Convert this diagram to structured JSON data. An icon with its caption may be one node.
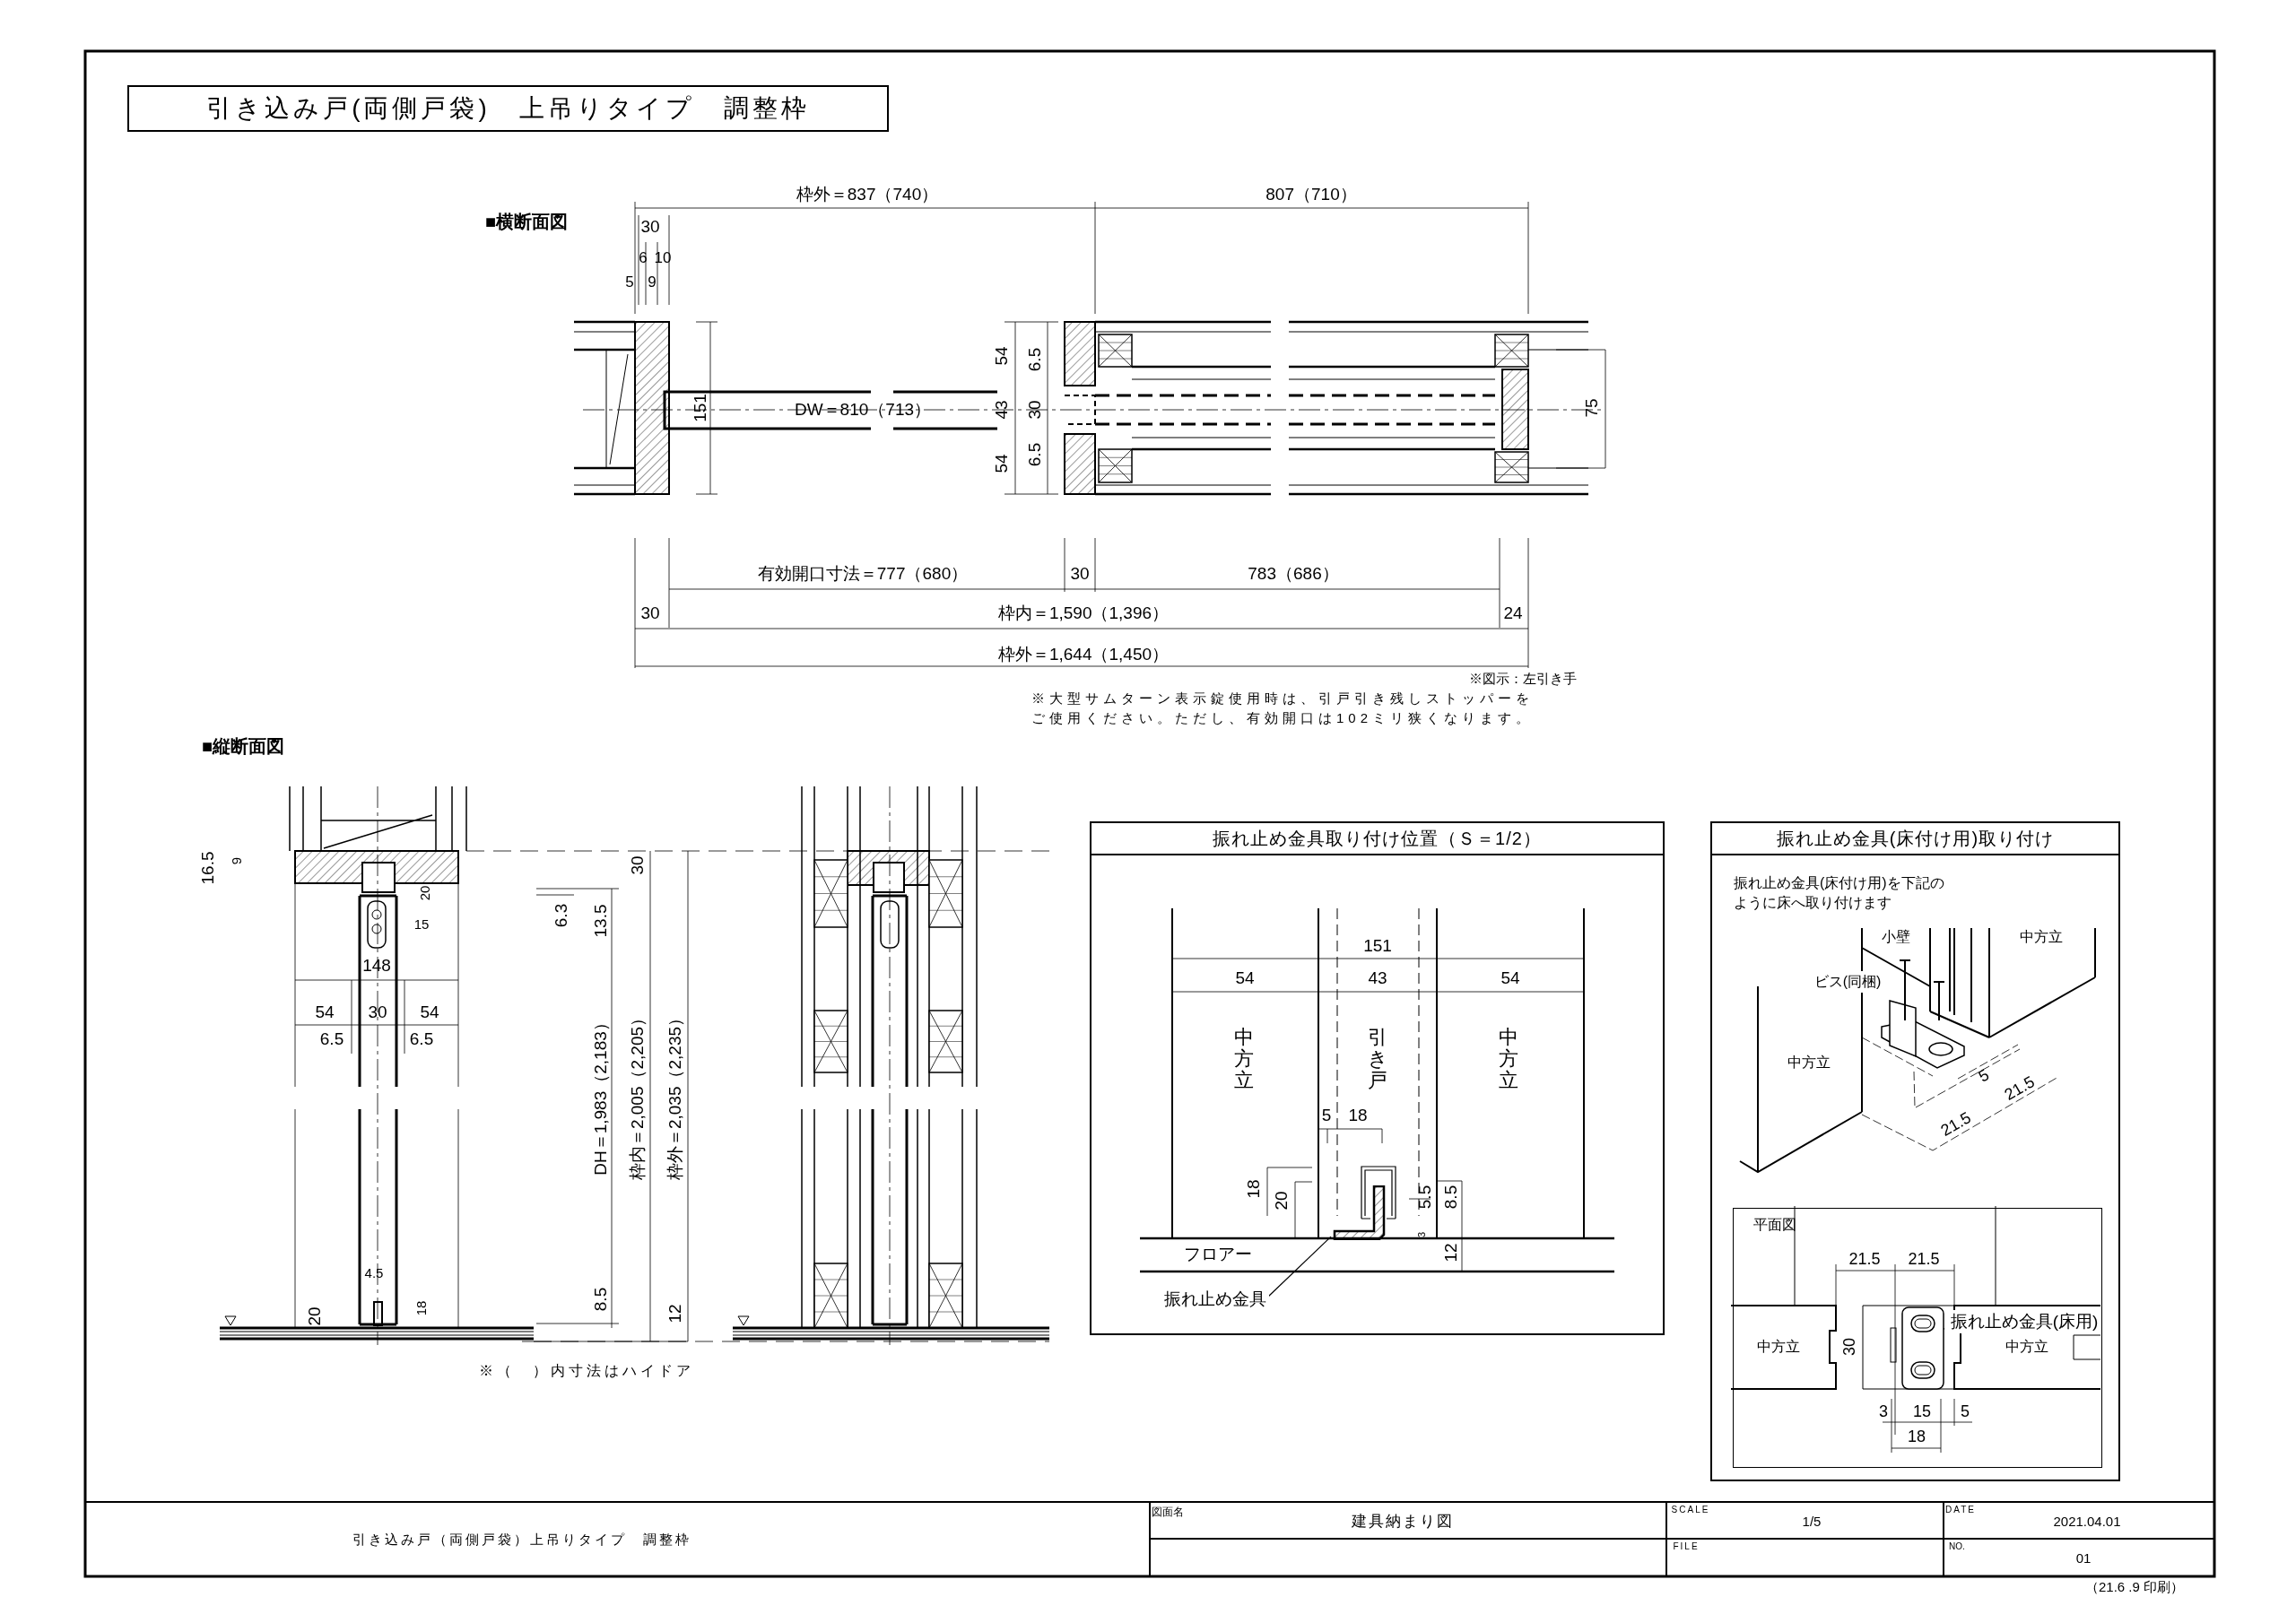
{
  "diagram": {
    "nodes": [
      {
        "text": [
          "引き込み戸(両側戸袋)　上吊りタイプ　調整枠"
        ]
      },
      {
        "text": [
          "振れ止め金具取り付け位置（Ｓ＝1/2）"
        ]
      },
      {
        "text": [
          "振れ止め金具"
        ],
        "in": 1
      },
      {
        "text": [],
        "shape": "picture",
        "in": 1
      },
      {
        "text": [
          "振れ止め金具(床付け用)取り付け",
          "振れ止め金具(床付け用)を下記のように床へ取り付けます"
        ]
      },
      {
        "text": [
          "平面図"
        ],
        "in": 4
      },
      {
        "text": [
          "振れ止め金具(床用)"
        ],
        "in": 5
      },
      {
        "text": [],
        "shape": "picture",
        "in": 5
      }
    ],
    "edges": [
      {
        "from": 2,
        "to": 3,
        "arrow": "none"
      },
      {
        "from": 6,
        "to": 7,
        "arrow": "none"
      }
    ],
    "labels": [
      "■横断面図",
      "枠外＝837（740）",
      "807（710）",
      "30",
      "6",
      "10",
      "5",
      "9",
      "151",
      "DW＝810（713）",
      "54",
      "6.5",
      "43",
      "30",
      "54",
      "6.5",
      "75",
      "有効開口寸法＝777（680）",
      "30",
      "783（686）",
      "30",
      "枠内＝1,590（1,396）",
      "24",
      "枠外＝1,644（1,450）",
      "※図示：左引き手",
      "※大型サムターン表示錠使用時は、引戸引き残しストッパーをご使用ください。ただし、有効開口は102ミリ狭くなります。",
      "■縦断面図",
      "16.5",
      "9",
      "20",
      "15",
      "148",
      "54",
      "30",
      "54",
      "6.5",
      "6.5",
      "30",
      "6.3",
      "13.5",
      "DH＝1,983（2,183）",
      "枠内＝2,005（2,205）",
      "枠外＝2,035（2,235）",
      "4.5",
      "20",
      "18",
      "8.5",
      "12",
      "※（　）内寸法はハイドア",
      "151",
      "54",
      "43",
      "54",
      "中方立",
      "引き戸",
      "中方立",
      "5",
      "18",
      "18",
      "20",
      "5.5",
      "8.5",
      "3",
      "フロアー",
      "12",
      "小壁",
      "中方立",
      "ビス(同梱)",
      "中方立",
      "5",
      "21.5",
      "21.5",
      "21.5",
      "21.5",
      "中方立",
      "30",
      "中方立",
      "3",
      "15",
      "5",
      "18",
      "引き込み戸（両側戸袋）上吊りタイプ　調整枠",
      "図面名",
      "建具納まり図",
      "SCALE",
      "1/5",
      "FILE",
      "DATE",
      "2021.04.01",
      "NO.",
      "01",
      "（21.6 .9 印刷）"
    ]
  }
}
